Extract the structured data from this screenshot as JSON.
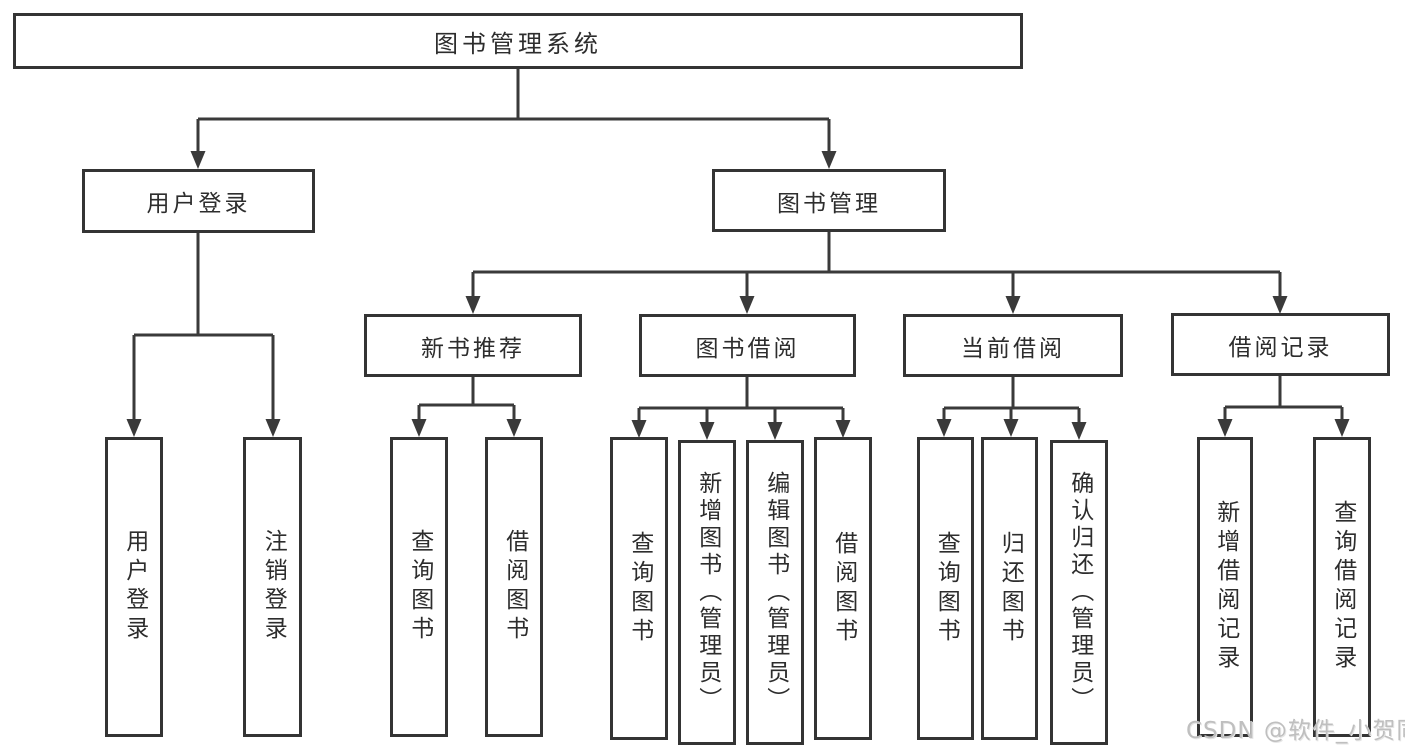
{
  "tree": {
    "root": {
      "label": "图书管理系统"
    },
    "children": [
      {
        "label": "用户登录",
        "children": [
          {
            "label": "用户登录"
          },
          {
            "label": "注销登录"
          }
        ]
      },
      {
        "label": "图书管理",
        "children": [
          {
            "label": "新书推荐",
            "children": [
              {
                "label": "查询图书"
              },
              {
                "label": "借阅图书"
              }
            ]
          },
          {
            "label": "图书借阅",
            "children": [
              {
                "label": "查询图书"
              },
              {
                "label": "新增图书（管理员）"
              },
              {
                "label": "编辑图书（管理员）"
              },
              {
                "label": "借阅图书"
              }
            ]
          },
          {
            "label": "当前借阅",
            "children": [
              {
                "label": "查询图书"
              },
              {
                "label": "归还图书"
              },
              {
                "label": "确认归还（管理员）"
              }
            ]
          },
          {
            "label": "借阅记录",
            "children": [
              {
                "label": "新增借阅记录"
              },
              {
                "label": "查询借阅记录"
              }
            ]
          }
        ]
      }
    ]
  },
  "watermark": {
    "text": "CSDN @软件_小贺同学"
  },
  "colors": {
    "line": "#3a3a3a",
    "border": "#343434",
    "text": "#2d2d2d",
    "watermark": "#bfbfbf"
  }
}
